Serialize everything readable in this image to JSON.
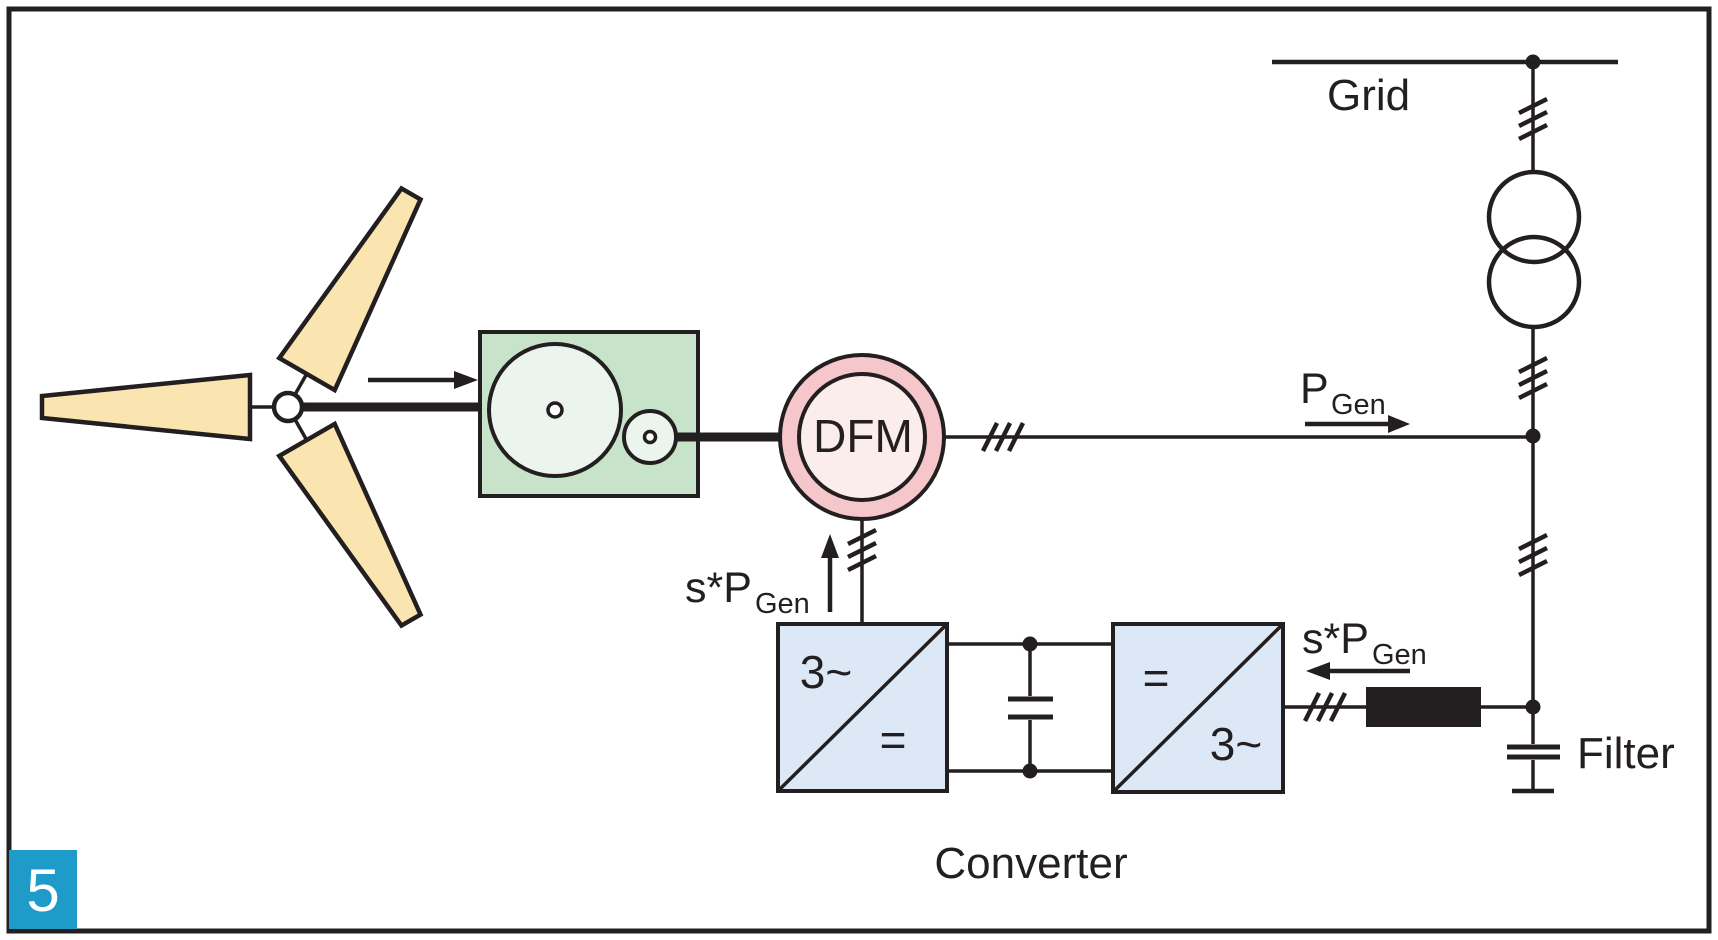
{
  "figure": {
    "badge_number": "5"
  },
  "labels": {
    "grid": "Grid",
    "dfm": "DFM",
    "converter": "Converter",
    "filter": "Filter"
  },
  "power_labels": {
    "stator_power": {
      "main": "P",
      "sub": "Gen"
    },
    "rotor_power": {
      "main": "s*P",
      "sub": "Gen"
    }
  },
  "machine_side_converter": {
    "top_left": "3~",
    "bottom_right": "="
  },
  "grid_side_converter": {
    "top_left": "=",
    "bottom_right": "3~"
  },
  "icons": {
    "three_phase_marks": "three-phase-slash-marks",
    "junction": "junction-dot",
    "transformer": "two-winding-transformer-icon",
    "capacitor": "capacitor-icon",
    "choke": "line-choke-block",
    "wind_turbine": "three-blade-wind-turbine-icon",
    "gearbox": "gearbox-icon"
  },
  "colors": {
    "background": "#ECE6D9",
    "line": "#231F20",
    "blade_fill": "#FAE5B0",
    "gearbox_fill": "#C7E3C9",
    "gear_fill": "#ECF5ED",
    "dfm_ring_fill": "#F5C6CA",
    "dfm_core_fill": "#FAEDEB",
    "converter_fill": "#DCE8F5",
    "transformer_fill": "#FFFFFF",
    "badge_fill": "#1E9BC8",
    "badge_text": "#FFFFFF"
  }
}
